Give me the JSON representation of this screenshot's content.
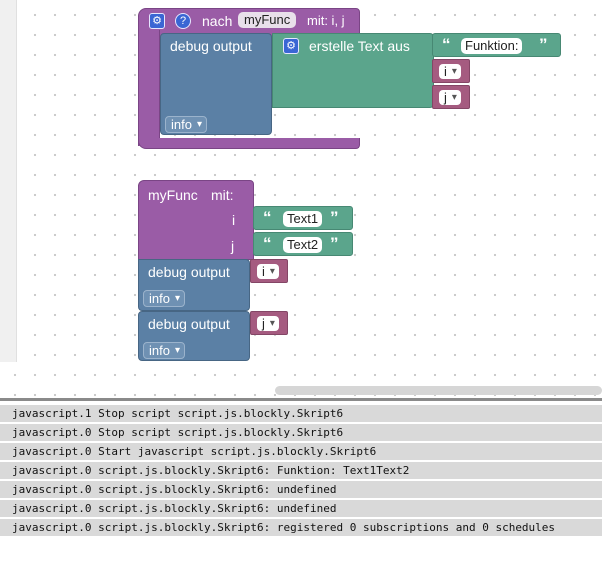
{
  "workspace": {
    "procedure_def": {
      "keyword": "nach",
      "name": "myFunc",
      "params_label": "mit: i, j",
      "debug_label": "debug output",
      "create_text_label": "erstelle Text aus",
      "text_value": "Funktion:",
      "var_i": "i",
      "var_j": "j",
      "level": "info"
    },
    "procedure_call": {
      "name": "myFunc",
      "with_label": "mit:",
      "param_i": "i",
      "param_j": "j",
      "text1": "Text1",
      "text2": "Text2"
    },
    "debug1": {
      "label": "debug output",
      "var": "i",
      "level": "info"
    },
    "debug2": {
      "label": "debug output",
      "var": "j",
      "level": "info"
    }
  },
  "icons": {
    "gear": "gear-icon",
    "help": "help-icon"
  },
  "log": [
    "javascript.1 Stop script script.js.blockly.Skript6",
    "javascript.0 Stop script script.js.blockly.Skript6",
    "javascript.0 Start javascript script.js.blockly.Skript6",
    "javascript.0 script.js.blockly.Skript6: Funktion: Text1Text2",
    "javascript.0 script.js.blockly.Skript6: undefined",
    "javascript.0 script.js.blockly.Skript6: undefined",
    "javascript.0 script.js.blockly.Skript6: registered 0 subscriptions and 0 schedules"
  ]
}
